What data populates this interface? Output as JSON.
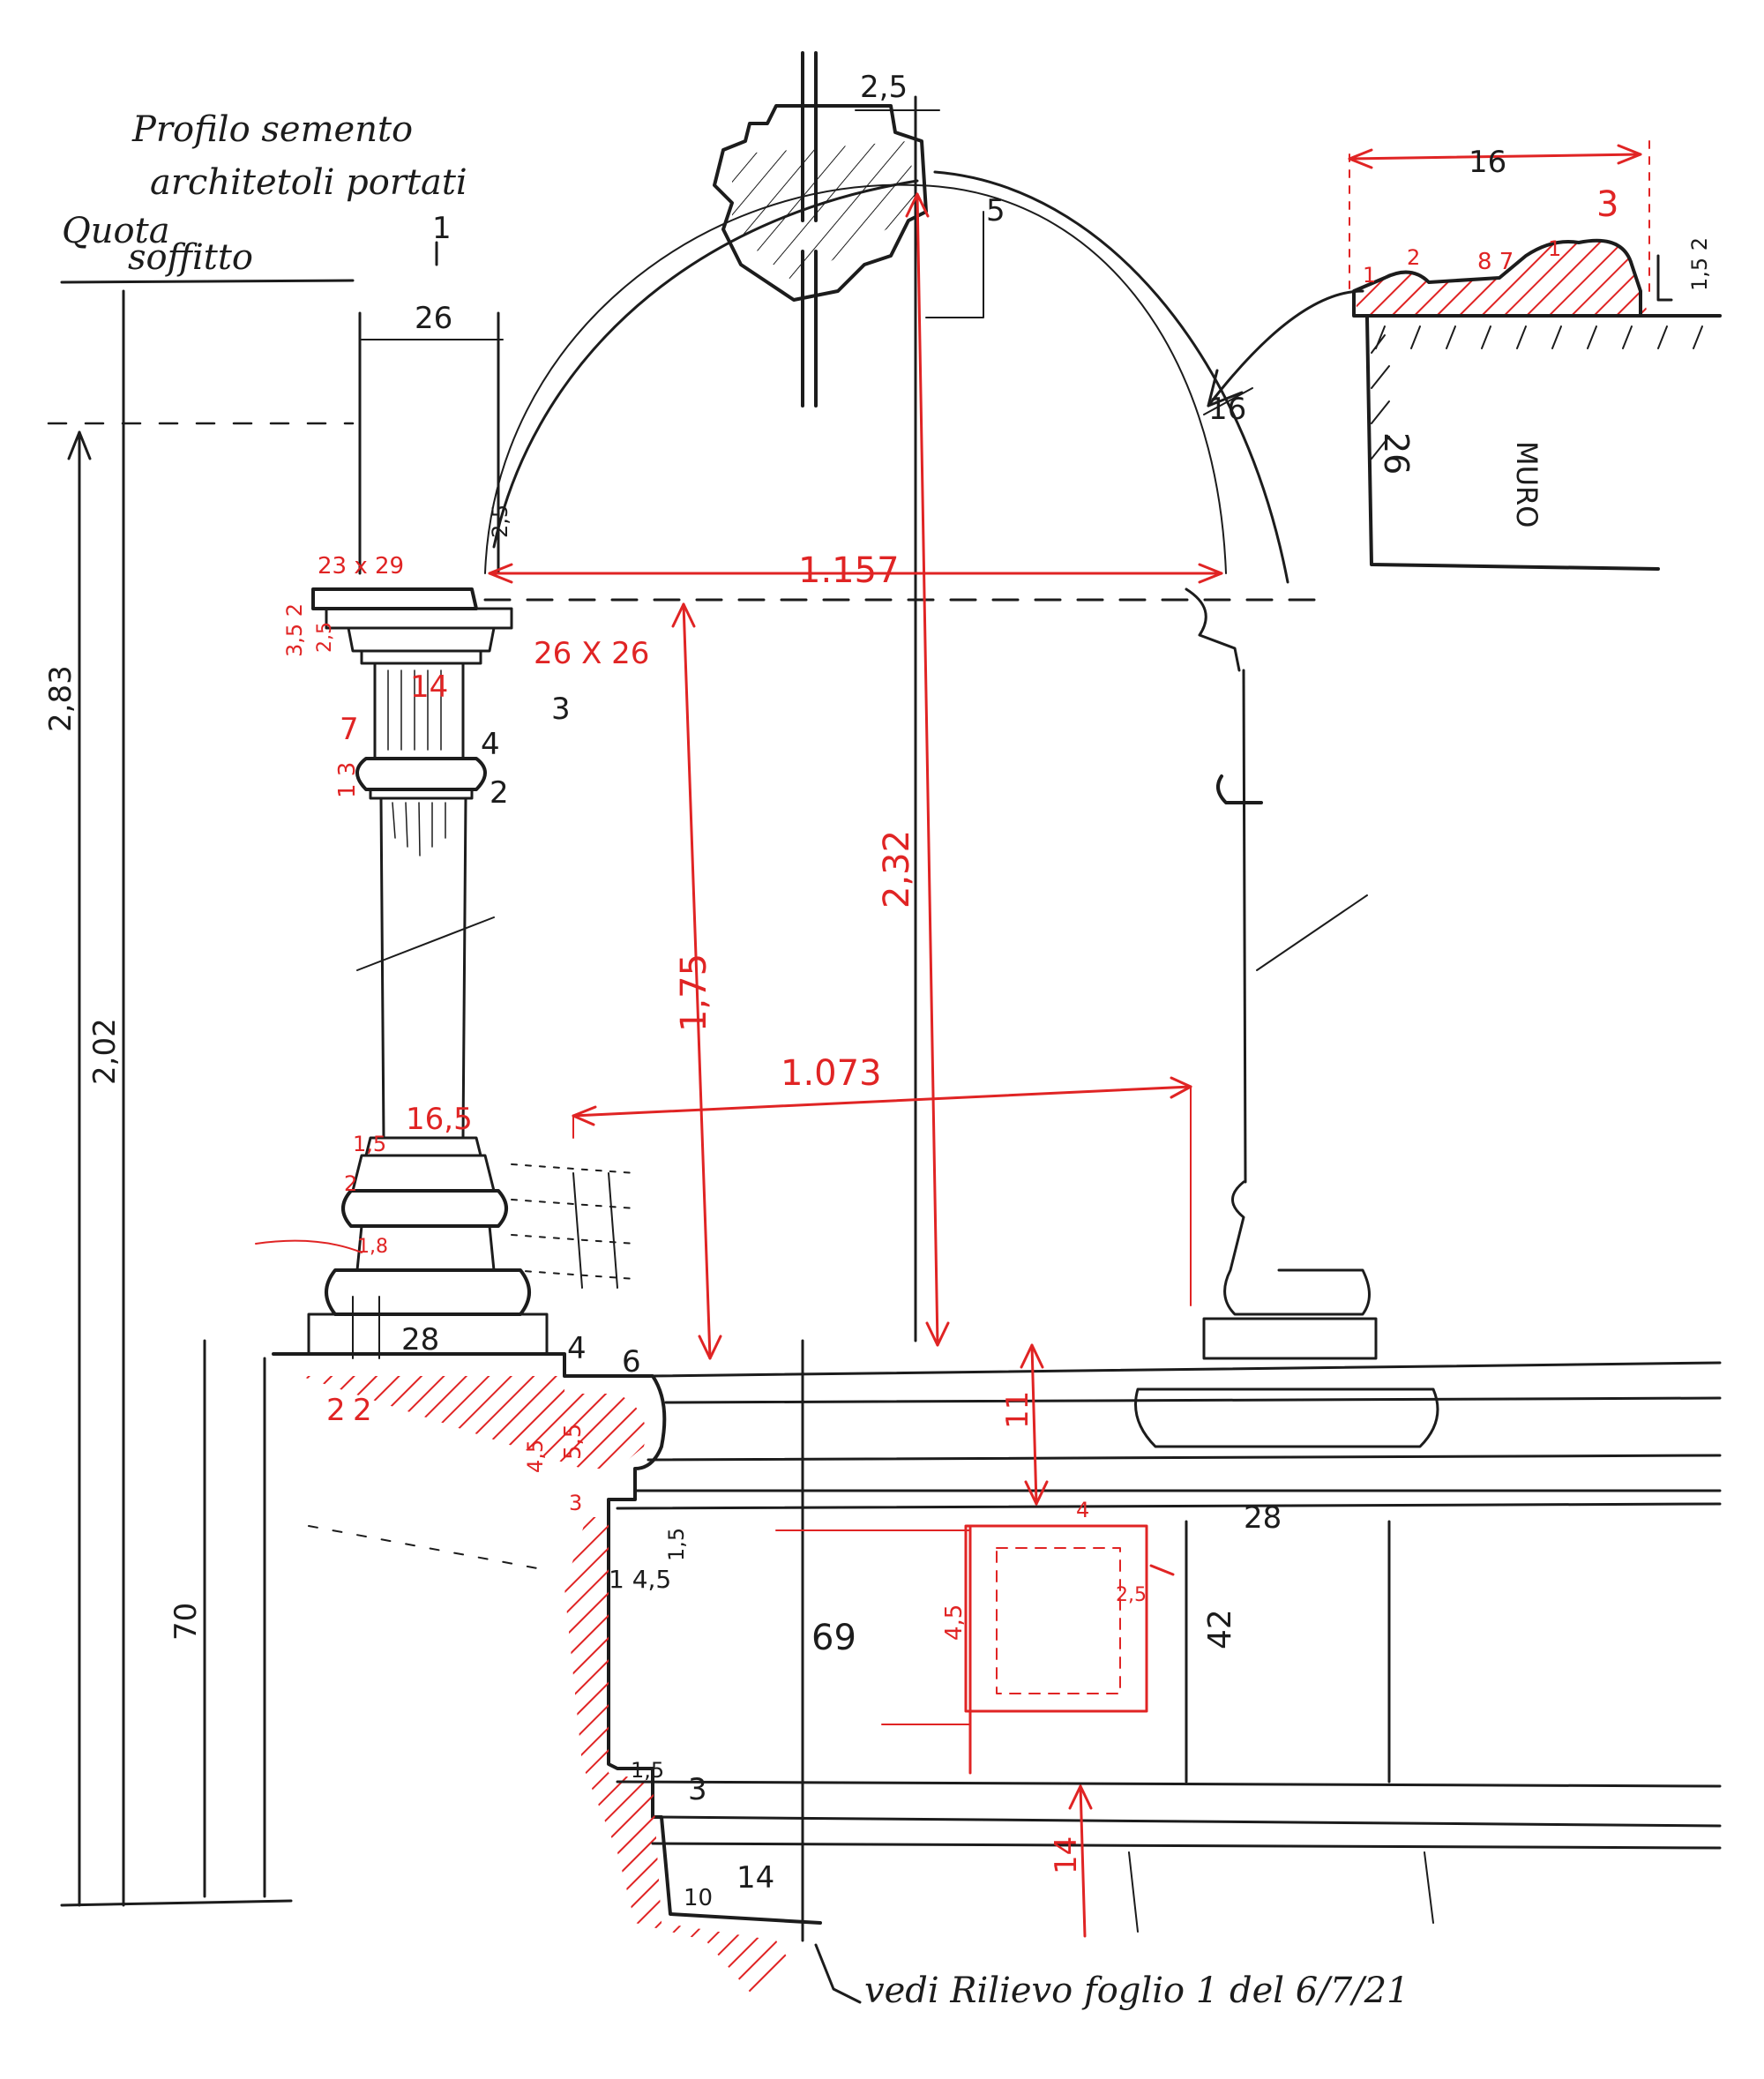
{
  "notes": {
    "title_line1": "Profilo semento",
    "title_line2": "architetoli portati",
    "quota_line1": "Quota",
    "quota_line2": "soffitto",
    "footer": "vedi Rilievo foglio 1 del 6/7/21",
    "wall_label": "MURO"
  },
  "dimensions": {
    "d_283": "2,83",
    "d_202": "2,02",
    "d_70": "70",
    "d_26_col": "26",
    "d_1_top": "1",
    "d_23x29": "23 x 29",
    "d_26x26": "26 X 26",
    "d_3": "3",
    "d_3_5_2": "3,5 2",
    "d_2_5a": "2,5",
    "d_14_shaft": "14",
    "d_7": "7",
    "d_4_ring": "4",
    "d_1_3": "1 3",
    "d_2_ring": "2",
    "d_16_5": "16,5",
    "d_1_5_base": "1,5",
    "d_2_base": "2",
    "d_1_8": "1,8",
    "d_28_base": "28",
    "d_4_base": "4",
    "d_6": "6",
    "d_2a": "2",
    "d_2b": "2",
    "d_5_5": "5,5",
    "d_4_5": "4,5",
    "d_3_low": "3",
    "d_1_5_ped": "1,5",
    "d_1_4_5": "1 4,5",
    "d_69": "69",
    "d_1_5_bot": "1,5",
    "d_3_bot": "3",
    "d_14_bot": "14",
    "d_10": "10",
    "d_1157": "1.157",
    "d_1073": "1.073",
    "d_232": "2,32",
    "d_175": "1,75",
    "d_11": "11",
    "d_28_right": "28",
    "d_42": "42",
    "d_4_panel": "4",
    "d_2_5_panel": "2,5",
    "d_4_5_panel": "4,5",
    "d_14_red": "14",
    "d_2_5_top": "2,5",
    "d_5_key": "5",
    "d_16_arch": "16",
    "d_2_5_arch": "2,5",
    "d_16_profile": "16",
    "d_3_profile": "3",
    "d_1_p": "1",
    "d_2_p": "2",
    "d_8_7": "8 7",
    "d_1_p2": "1",
    "d_1_5_2": "1,5 2",
    "d_26_wall": "26"
  },
  "colors": {
    "ink": "#1c1c1c",
    "red_dimension": "#e02424",
    "paper": "#ffffff"
  }
}
